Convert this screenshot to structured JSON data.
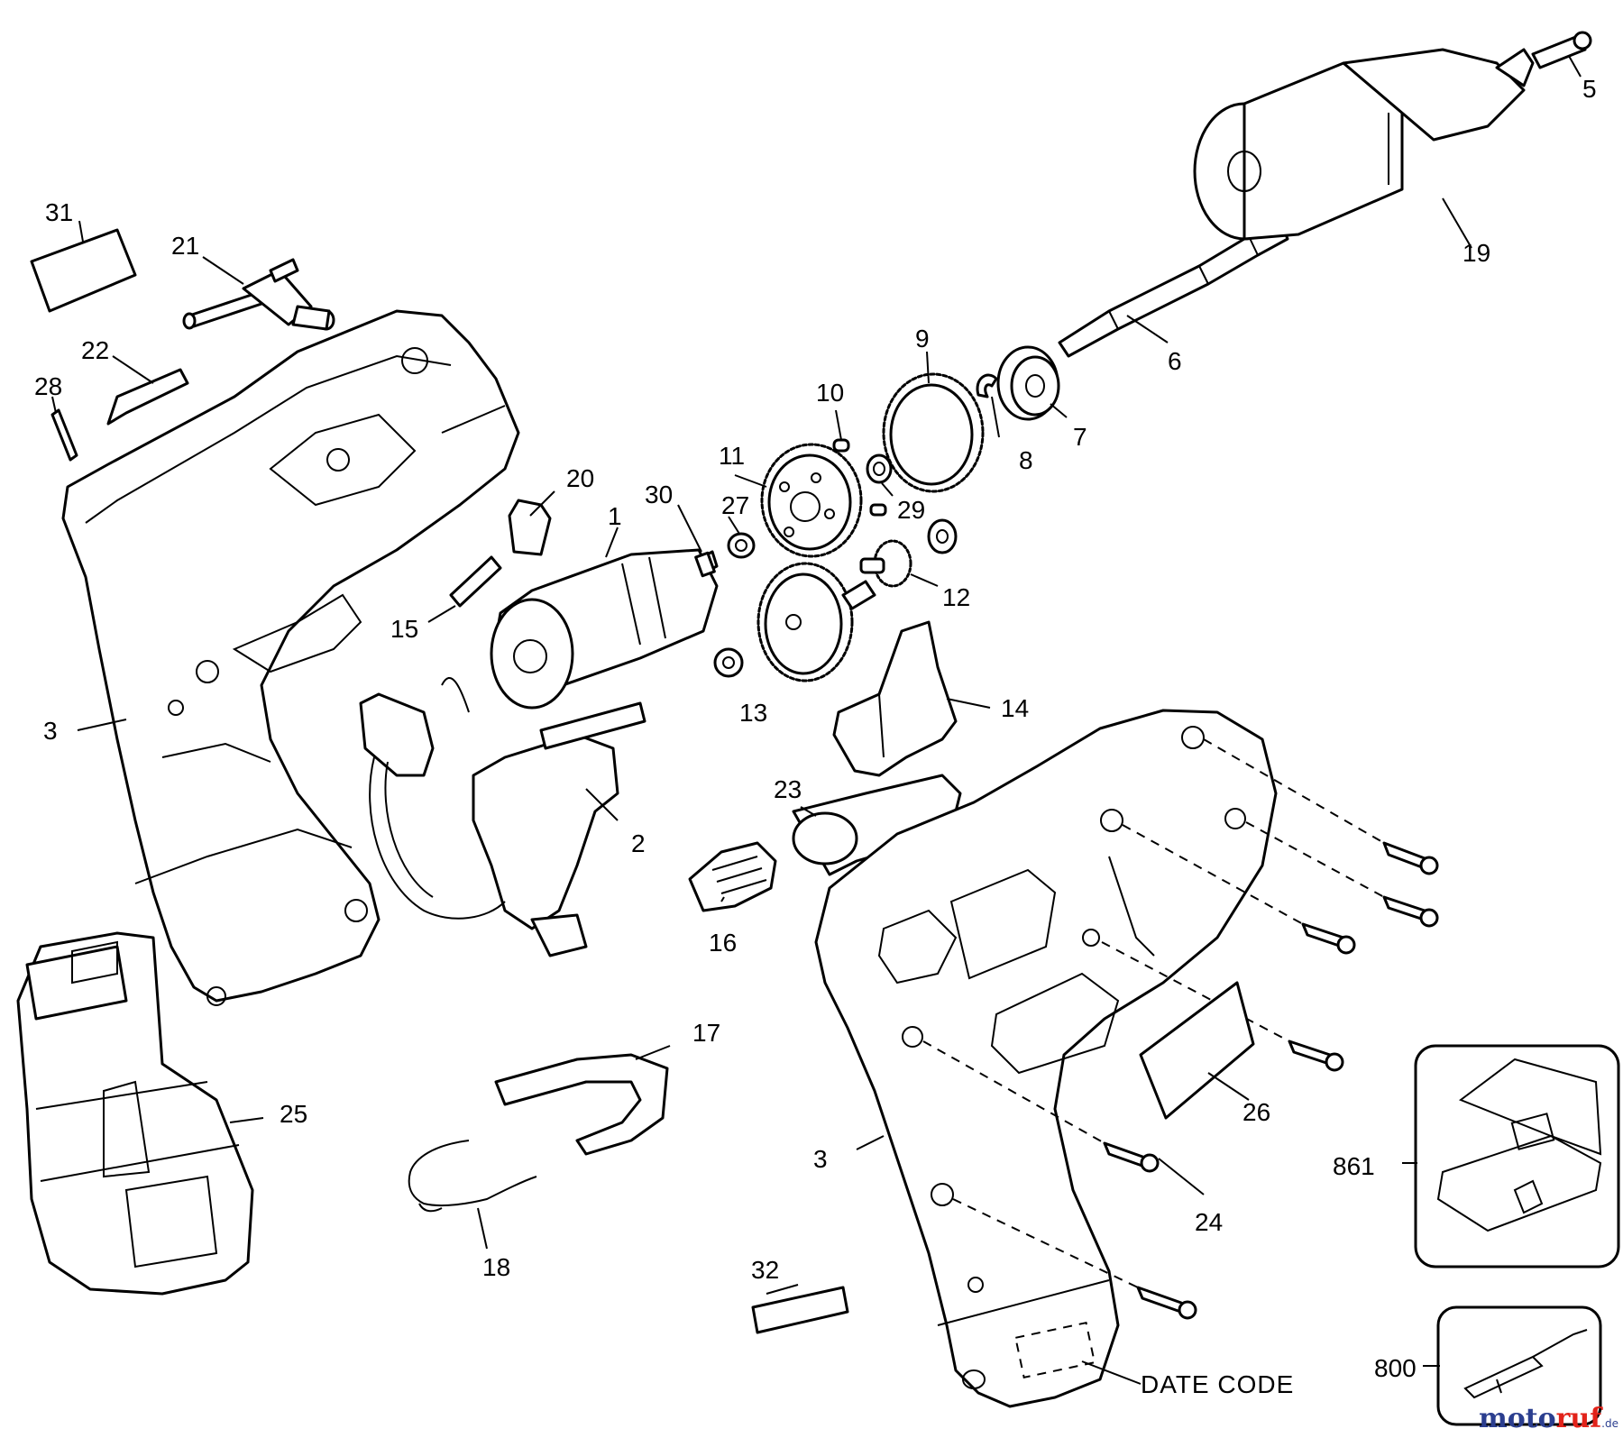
{
  "callouts": {
    "c1": "1",
    "c2": "2",
    "c3a": "3",
    "c3b": "3",
    "c5": "5",
    "c6": "6",
    "c7": "7",
    "c8": "8",
    "c9": "9",
    "c10": "10",
    "c11": "11",
    "c12": "12",
    "c13": "13",
    "c14": "14",
    "c15": "15",
    "c16": "16",
    "c17": "17",
    "c18": "18",
    "c19": "19",
    "c20": "20",
    "c21": "21",
    "c22": "22",
    "c23": "23",
    "c24": "24",
    "c25": "25",
    "c26": "26",
    "c27": "27",
    "c28": "28",
    "c29": "29",
    "c30": "30",
    "c31": "31",
    "c32": "32",
    "c800": "800",
    "c861": "861"
  },
  "date_code_label": "DATE CODE",
  "watermark": {
    "part1": "moto",
    "part2": "ruf",
    "suffix": ".de"
  },
  "colors": {
    "line": "#000000",
    "watermark_blue": "#2b3e8f",
    "watermark_red": "#e2231a"
  }
}
